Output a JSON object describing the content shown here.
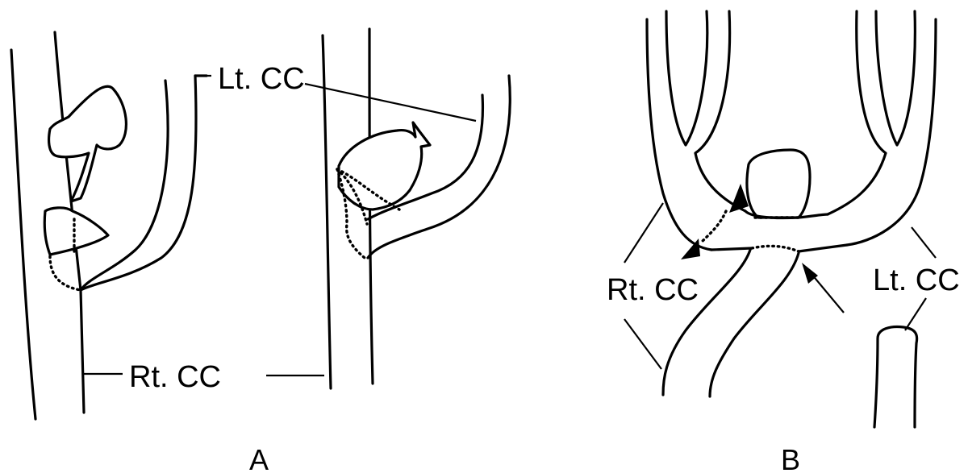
{
  "panels": {
    "a": {
      "letter": "A",
      "labels": {
        "lt_cc": "Lt. CC",
        "rt_cc": "Rt. CC"
      }
    },
    "b": {
      "letter": "B",
      "labels": {
        "rt_cc": "Rt. CC",
        "lt_cc": "Lt. CC"
      }
    }
  },
  "colors": {
    "line": "#000000",
    "background": "#ffffff"
  }
}
